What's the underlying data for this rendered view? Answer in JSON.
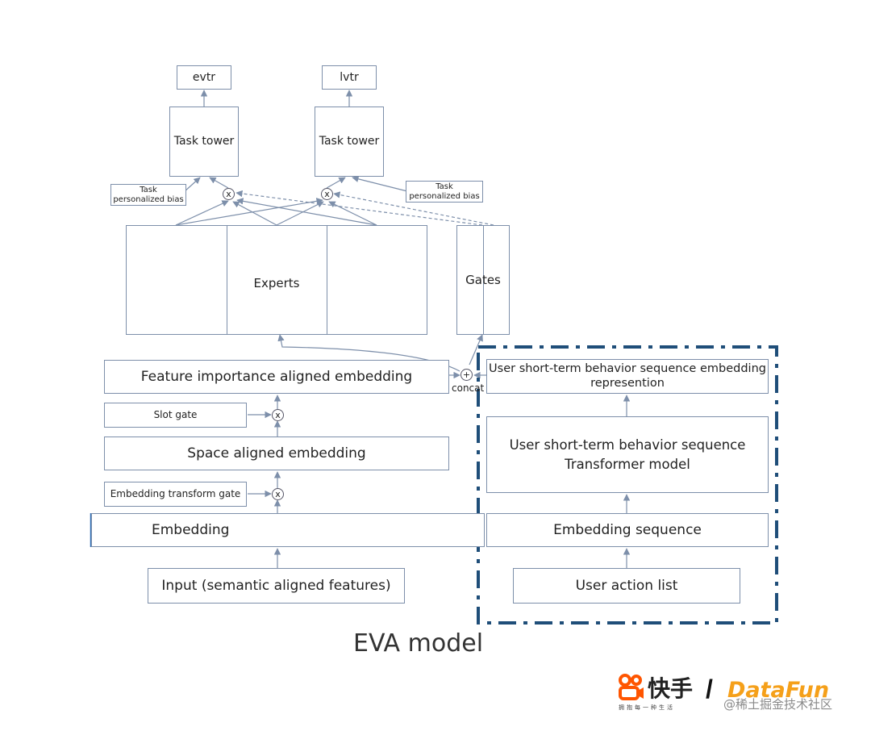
{
  "diagram": {
    "outputs": {
      "left": "evtr",
      "right": "lvtr"
    },
    "task_tower_left": "Task tower",
    "task_tower_right": "Task tower",
    "task_bias_left": "Task\npersonalized bias",
    "task_bias_right": "Task\npersonalized bias",
    "multiply_symbol": "x",
    "plus_symbol": "+",
    "experts": "Experts",
    "gates": "Gates",
    "concat": "concat",
    "feature_importance": "Feature importance aligned embedding",
    "slot_gate": "Slot gate",
    "space_aligned": "Space aligned embedding",
    "embedding_transform_gate": "Embedding transform gate",
    "embedding": "Embedding",
    "input": "Input (semantic aligned features)",
    "seq_repr": "User short-term behavior sequence embedding\nrepresention",
    "transformer": "User short-term behavior sequence\nTransformer model",
    "embedding_sequence": "Embedding sequence",
    "user_action_list": "User action list"
  },
  "caption": "EVA model",
  "logos": {
    "kuaishou_name": "快手",
    "kuaishou_slogan": "拥抱每一种生活",
    "separator": "/",
    "datafun": "DataFun",
    "watermark": "@稀土掘金技术社区"
  },
  "colors": {
    "box_border": "#7d8faa",
    "arrow": "#7d8faa",
    "dash_border": "#1f4e79",
    "kuaishou_orange": "#ff5500",
    "datafun_orange": "#f5a01a"
  }
}
